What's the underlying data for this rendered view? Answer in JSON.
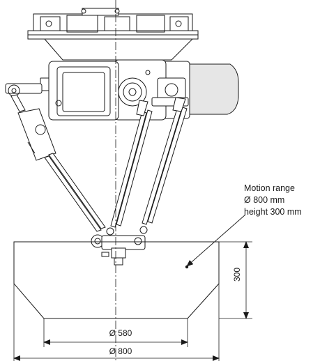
{
  "annotation": {
    "line1": "Motion range",
    "line2": "Ø 800 mm",
    "line3": "height 300 mm"
  },
  "dimensions": {
    "inner_diameter": "Ø 580",
    "outer_diameter": "Ø 800",
    "height": "300"
  },
  "colors": {
    "line": "#1a1a1a",
    "fill": "#ffffff",
    "shade": "#e6e6e6"
  }
}
